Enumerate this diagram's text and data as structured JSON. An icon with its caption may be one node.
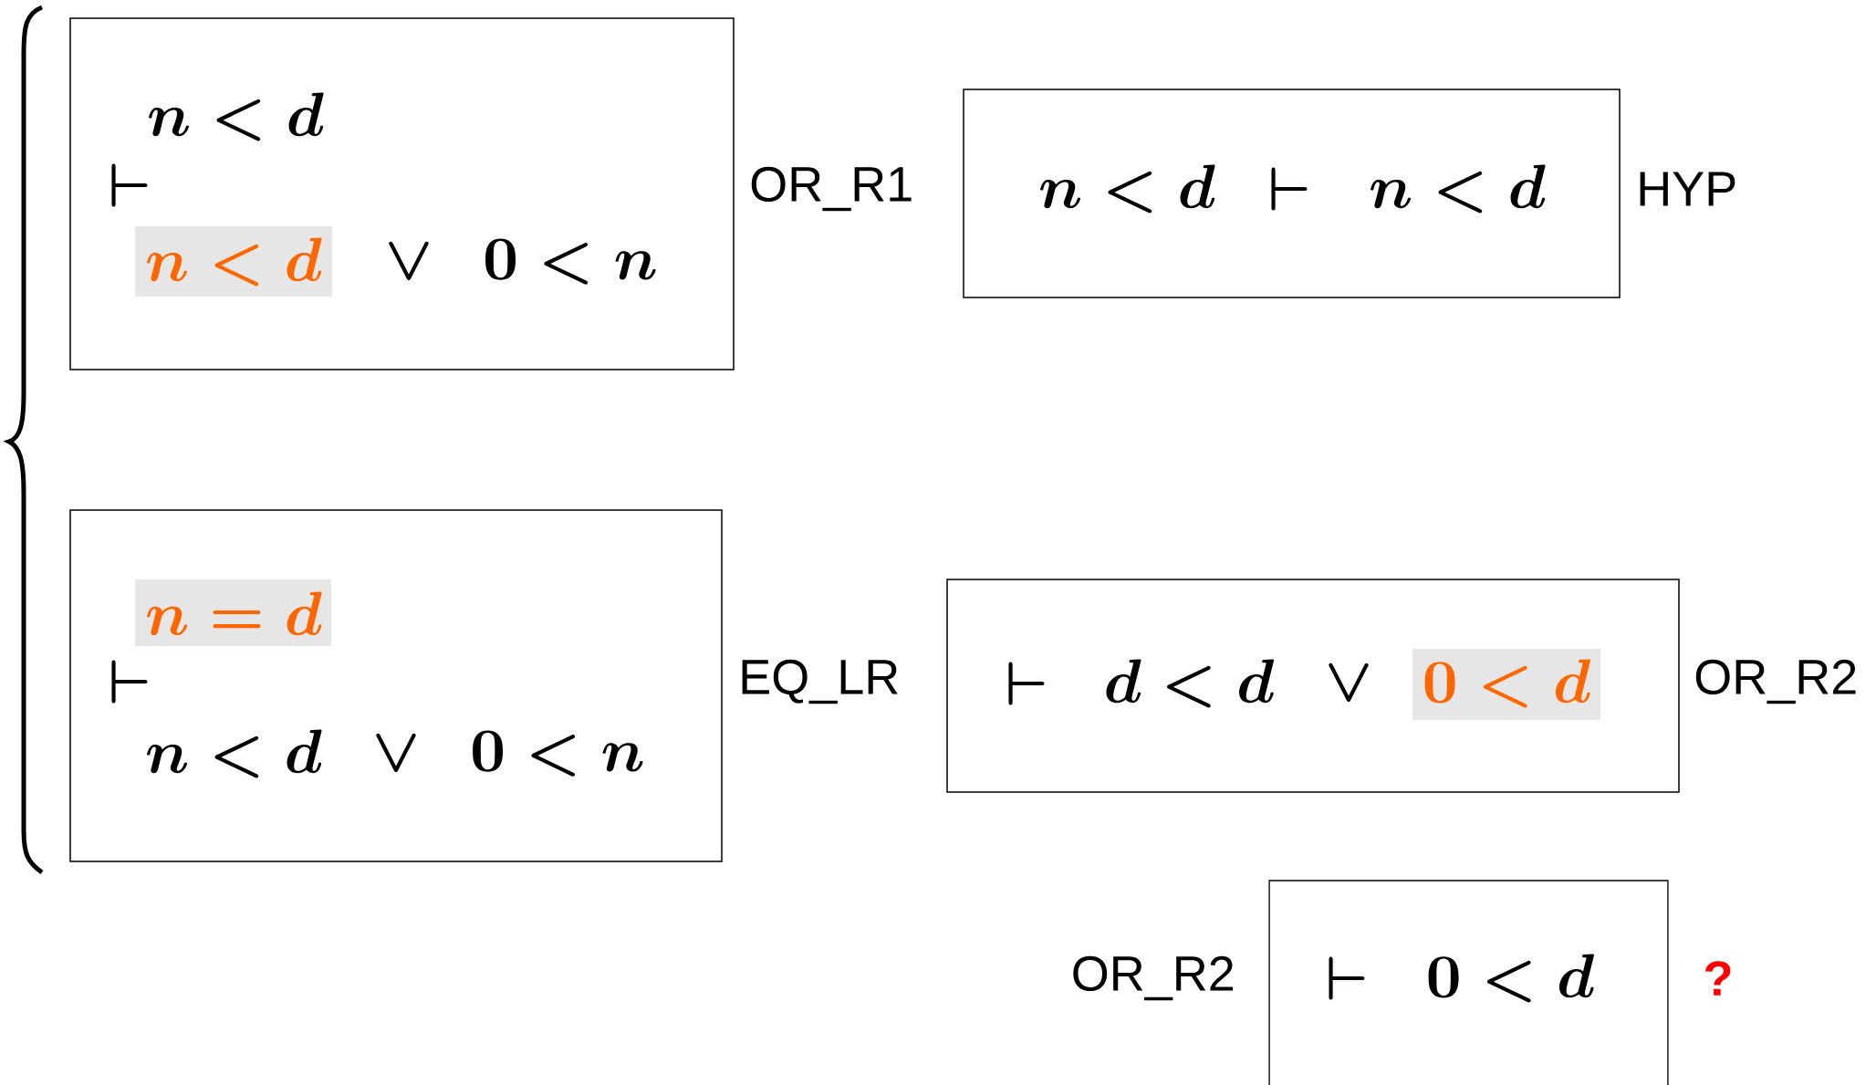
{
  "diagram": {
    "nodes": [
      {
        "text": [
          "n < d",
          "\\vdash",
          "n < d",
          "\\vee",
          "0 < n"
        ],
        "beside": [
          "OR_R1"
        ]
      },
      {
        "text": [
          "n < d",
          "\\vdash",
          "n < d"
        ],
        "beside": [
          "HYP"
        ]
      },
      {
        "text": [
          "n = d",
          "\\vdash",
          "n < d",
          "\\vee",
          "0 < n"
        ],
        "beside": [
          "EQ_LR"
        ]
      },
      {
        "text": [
          "\\vdash",
          "d < d",
          "\\vee",
          "0 < d"
        ],
        "beside": [
          "OR_R2"
        ]
      },
      {
        "text": [
          "\\vdash",
          "0 < d"
        ],
        "beside": [
          "OR_R2",
          "?"
        ]
      }
    ],
    "edges": []
  }
}
